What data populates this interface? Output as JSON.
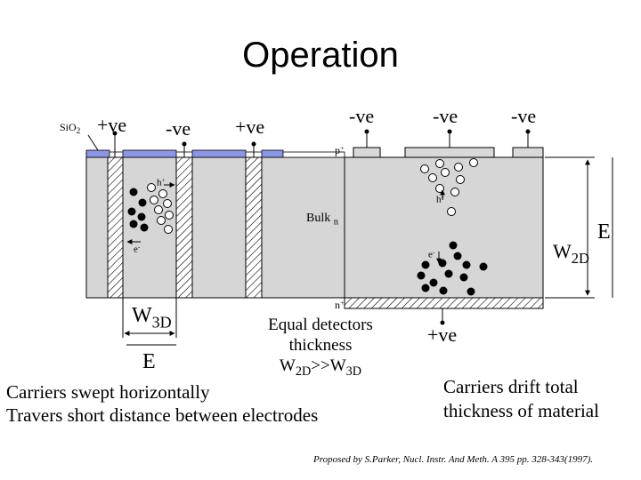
{
  "title": "Operation",
  "labels": {
    "sio2": "SiO",
    "sio2_sub": "2",
    "ve_3d_1": "+ve",
    "ve_3d_2": "-ve",
    "ve_3d_3": "+ve",
    "ve_2d_1": "-ve",
    "ve_2d_2": "-ve",
    "ve_2d_3": "-ve",
    "ve_2d_bottom": "+ve",
    "p_plus": "p",
    "n_plus": "n",
    "plus_sign": "+",
    "bulk": "Bulk",
    "bulk_n": "n",
    "h_3d": "h",
    "h_2d": "h",
    "e_3d": "e",
    "e_2d": "e",
    "charge_plus": "+",
    "charge_minus": "-",
    "w2d": "W",
    "w2d_sub": "2D",
    "w3d": "W",
    "w3d_sub": "3D",
    "e_field_2d": "E",
    "e_field_3d": "E"
  },
  "texts": {
    "equal_line1": "Equal detectors",
    "equal_line2": "thickness",
    "equal_line3_a": "W",
    "equal_line3_b": "2D",
    "equal_line3_c": ">>W",
    "equal_line3_d": "3D",
    "horizontal_line1": "Carriers swept horizontally",
    "horizontal_line2": "Travers short distance between electrodes",
    "drift_line1": "Carriers drift total",
    "drift_line2": "thickness of material",
    "citation": "Proposed by S.Parker, Nucl. Instr. And Meth. A 395 pp. 328-343(1997)."
  },
  "colors": {
    "silicon": "#d6d6d6",
    "oxide": "#8c96e6",
    "contact": "#d9d9d9",
    "ink": "#000000"
  }
}
